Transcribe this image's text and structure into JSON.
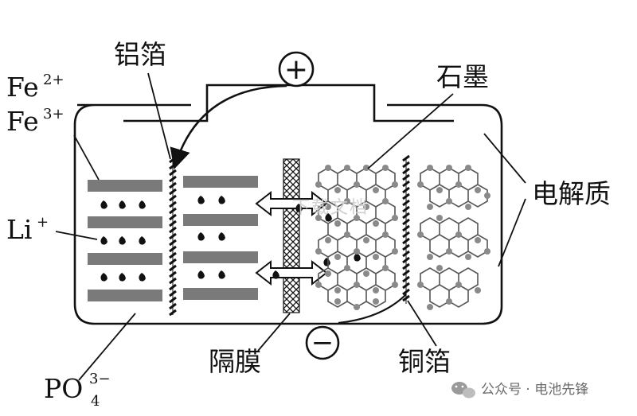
{
  "labels": {
    "aluminum_foil": "铝箔",
    "graphite": "石墨",
    "electrolyte": "电解质",
    "separator": "隔膜",
    "copper_foil": "铜箔",
    "fe_base": "Fe",
    "fe2_charge": "2+",
    "fe3_charge": "3+",
    "li_base": "Li",
    "li_charge": "+",
    "po4_base": "PO",
    "po4_subscript": "4",
    "po4_charge": "3−"
  },
  "terminals": {
    "positive": "+",
    "negative": "−"
  },
  "watermark": {
    "center_text": "下载文档",
    "footer_text": "公众号 · 电池先锋",
    "icon": "wechat-icon"
  },
  "colors": {
    "ink": "#111111",
    "cathode_plate": "#7a7a7a",
    "graphite_node": "#8a8a8a",
    "background": "#ffffff"
  }
}
